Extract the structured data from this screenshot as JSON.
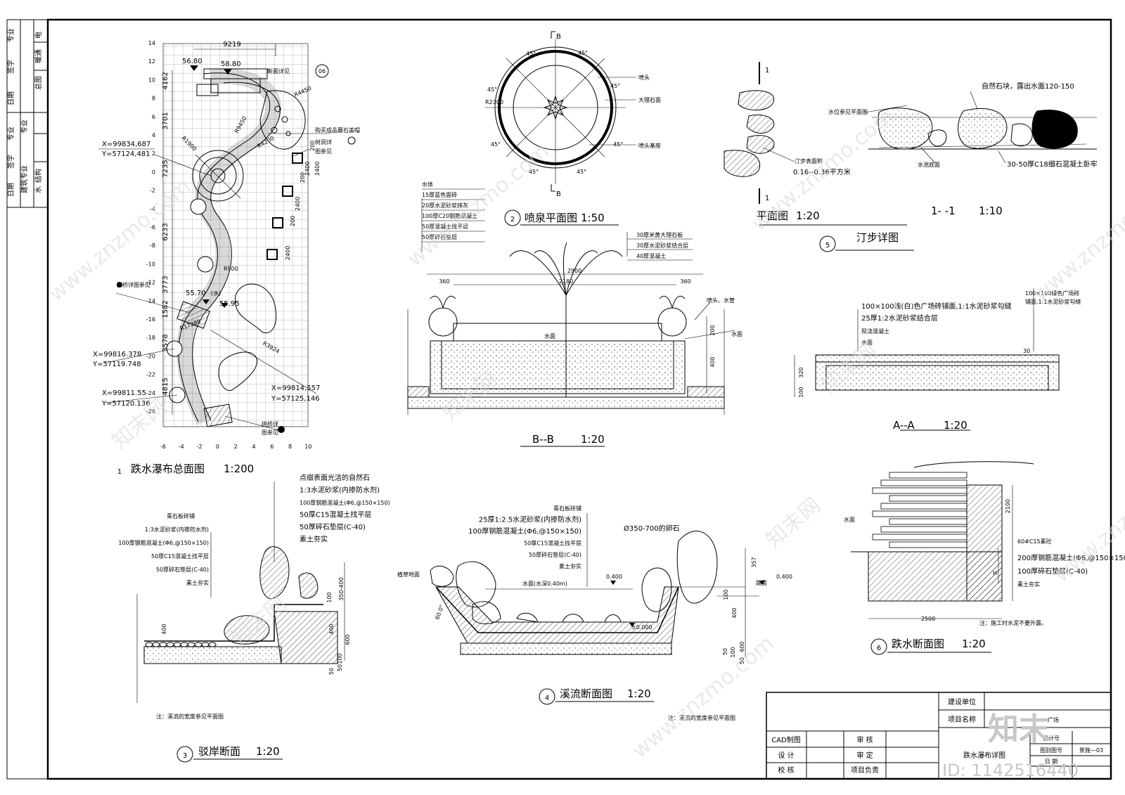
{
  "left_strip": [
    "专业",
    "签字",
    "日期",
    "专业",
    "电",
    "暖通",
    "总图",
    "专业",
    "签字",
    "日期",
    "专业",
    "建筑",
    "结构",
    "水"
  ],
  "plan1": {
    "caption_no": "1",
    "caption": "跌水瀑布总面图",
    "scale": "1:200",
    "dims_top": "9219",
    "elev_a": "56.80",
    "elev_b": "58.80",
    "section_ref": "断面详见",
    "section_no": "06",
    "dims_left": [
      "4162",
      "3701",
      "7235",
      "6233",
      "3773",
      "1582",
      "3578",
      "4815"
    ],
    "y_ticks": [
      "14",
      "12",
      "10",
      "8",
      "6",
      "4",
      "2",
      "0",
      "-2",
      "-4",
      "-6",
      "-8",
      "-10",
      "-12",
      "-14",
      "-16",
      "-18",
      "-20",
      "-22",
      "-24",
      "-26"
    ],
    "x_ticks": [
      "-6",
      "-4",
      "-2",
      "0",
      "2",
      "4",
      "6",
      "8",
      "10"
    ],
    "coord1_x": "X=99834,687",
    "coord1_y": "Y=57124,481",
    "coord2_x": "X=99816.378",
    "coord2_y": "Y=57119.748",
    "coord3_x": "X=99811.55",
    "coord3_y": "Y=57120.136",
    "coord4_x": "X=99814,557",
    "coord4_y": "Y=57125,146",
    "elev_c": "55.70",
    "elev_c_note": "(水)",
    "elev_d": "55.95",
    "note_stone": "购买成品蘑石盖帽",
    "note_ref1": "树洞详",
    "note_ref1b": "图参见",
    "note_ref2": "拱桥详图参见",
    "note_ref3": "拱桥详",
    "note_ref3b": "图参见",
    "radius_labels": [
      "R4450",
      "R900",
      "R17280",
      "R3924",
      "R1900",
      "R4200",
      "R9450"
    ],
    "pad_dims": [
      "2400",
      "200",
      "2400",
      "200",
      "2400",
      "200",
      "2400"
    ]
  },
  "fountain_plan": {
    "caption_no": "2",
    "caption": "喷泉平面图",
    "scale": "1:50",
    "section_mark": "B",
    "angles": [
      "45°",
      "45°",
      "45°",
      "45°",
      "45°",
      "45°",
      "45°",
      "45°"
    ],
    "radius": "R2300",
    "labels": [
      "喷头",
      "大理石面",
      "喷头基座"
    ]
  },
  "section_bb": {
    "caption": "B--B",
    "scale": "1:20",
    "left_layers": [
      "水体",
      "15厚蓝色面砖",
      "20厚水泥砂浆抹灰",
      "100厚C20钢筋混凝土",
      "50厚混凝土找平层",
      "50厚碎石垫层"
    ],
    "right_layers": [
      "30厚米黄大理石板",
      "30厚水泥砂浆结合层",
      "40厚混凝土"
    ],
    "dim_total": "2900",
    "dim_inner": "2180",
    "dim_side_l": "360",
    "dim_side_r": "360",
    "dim_200": "200",
    "dim_400": "400",
    "water_label": "水面",
    "water_label2": "水面",
    "nozzle_label": "喷头、水管"
  },
  "stepping": {
    "plan_caption": "平面图",
    "plan_scale": "1:20",
    "section_mark": "1",
    "stone_note": "汀步表面积",
    "stone_area": "0.16--0.36平方米",
    "sec_caption": "1- -1",
    "sec_scale": "1:10",
    "sec_note1": "自然石块，露出水面120-150",
    "sec_note2": "水位参见平面图",
    "sec_note3": "水池底面",
    "sec_note4": "30-50厚C18细石混凝土卧牢",
    "caption_no": "5",
    "caption": "汀步详图"
  },
  "section_aa": {
    "caption": "A--A",
    "scale": "1:20",
    "notes": [
      "100×100浅(白)色广场砖铺面,1:1水泥砂浆勾缝",
      "25厚1:2水泥砂浆结合层",
      "现浇混凝土",
      "水面"
    ],
    "note_right_a": "100×100绿色广场砖",
    "note_right_b": "铺面,1:1水泥砂浆勾缝",
    "dims": [
      "320",
      "100",
      "30"
    ]
  },
  "waterfall_section": {
    "caption_no": "6",
    "caption": "跌水断面图",
    "scale": "1:20",
    "water_label": "水面",
    "dims": [
      "2100",
      "H",
      "2500"
    ],
    "notes": [
      "60#C15素砼",
      "200厚钢筋混凝土(Φ6,@150×150)",
      "100厚碎石垫层(C-40)",
      "素土夯实"
    ],
    "bottom_note": "注：施工时水泥不要外露。"
  },
  "revetment": {
    "caption_no": "3",
    "caption": "驳岸断面",
    "scale": "1:20",
    "notes_right": [
      "点缀表面光洁的自然石",
      "1:3水泥砂浆(内掺防水剂)",
      "100厚钢筋混凝土(Φ6,@150×150)",
      "50厚C15混凝土找平层",
      "50厚碎石垫层(C-40)",
      "素土夯实"
    ],
    "notes_left": [
      "青石板砖铺",
      "1:3水泥砂浆(内掺防水剂)",
      "100厚钢筋混凝土(Φ6,@150×150)",
      "50厚C15混凝土找平层",
      "50厚碎石垫层(C-40)",
      "素土夯实"
    ],
    "dims": [
      "400",
      "100",
      "350-400",
      "400",
      "600",
      "50",
      "100",
      "50"
    ],
    "note": "注：溪流的宽度参见平面图"
  },
  "stream": {
    "caption_no": "4",
    "caption": "溪流断面图",
    "scale": "1:20",
    "notes_left": [
      "青石板砖铺",
      "25厚1:2.5水泥砂浆(内掺防水剂)",
      "100厚钢筋混凝土(Φ6,@150×150)",
      "50厚C15混凝土找平层",
      "50厚碎石垫层(C-40)",
      "素土夯实"
    ],
    "stone_note": "Ø350-700的卵石",
    "grass": "植草地面",
    "water": "水面(水深0.40m)",
    "angle": "60.0°",
    "elev_1": "0.400",
    "elev_2": "0.400",
    "road": "路面",
    "zero": "±0.000",
    "dims": [
      "357",
      "100",
      "400",
      "600",
      "50",
      "100",
      "50"
    ],
    "note": "注：溪流的宽度参见平面图"
  },
  "title_block": {
    "build_unit_label": "建设单位",
    "project_label": "项目名称",
    "project_value": "广场",
    "cad_label": "CAD制图",
    "design_label": "设  计",
    "check_label": "校  核",
    "review_label": "审  核",
    "approve_label": "审  定",
    "lead_label": "项目负责",
    "drawing_title": "跌水瀑布详图",
    "design_no_label": "设计号",
    "category_label": "图别图号",
    "category_value": "景施—03",
    "date_label": "日  期"
  },
  "watermarks": {
    "site": "www.znzmo.com",
    "brand_cn": "知末网",
    "logo": "知末",
    "id": "ID: 1142516440"
  }
}
